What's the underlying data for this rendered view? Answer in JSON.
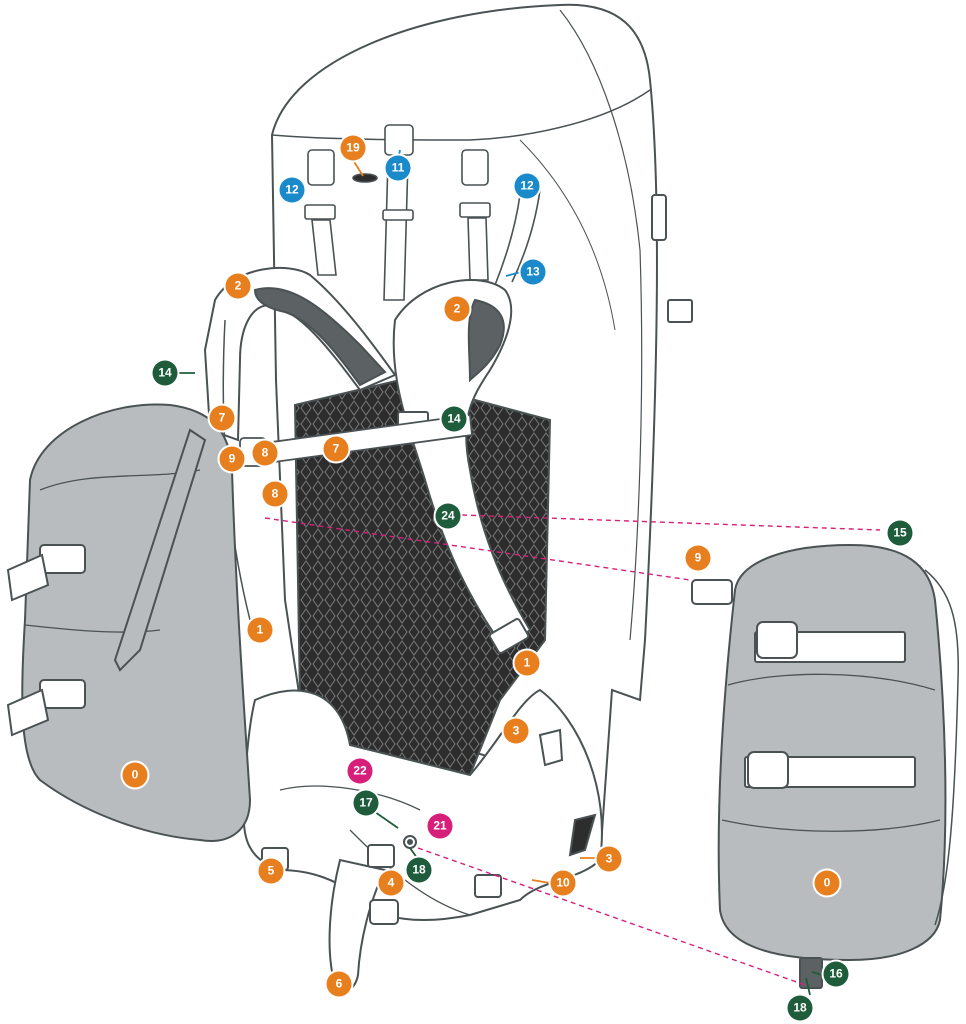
{
  "colors": {
    "orange": "#e87f1e",
    "blue": "#1b8acb",
    "green": "#1e5c3c",
    "magenta": "#d61f7b",
    "outline": "#4a5254",
    "pocket_fill": "#b9bcbf",
    "mesh": "#2d2d2d",
    "strap_shadow": "#5c6163",
    "dash": "#d61f7b"
  },
  "diagram": {
    "subject": "backpack-exploded-view",
    "callouts": [
      {
        "id": "c-19",
        "label": "19",
        "color": "orange"
      },
      {
        "id": "c-11",
        "label": "11",
        "color": "blue"
      },
      {
        "id": "c-12a",
        "label": "12",
        "color": "blue"
      },
      {
        "id": "c-12b",
        "label": "12",
        "color": "blue"
      },
      {
        "id": "c-13",
        "label": "13",
        "color": "blue"
      },
      {
        "id": "c-2a",
        "label": "2",
        "color": "orange"
      },
      {
        "id": "c-2b",
        "label": "2",
        "color": "orange"
      },
      {
        "id": "c-14a",
        "label": "14",
        "color": "green"
      },
      {
        "id": "c-14b",
        "label": "14",
        "color": "green"
      },
      {
        "id": "c-7a",
        "label": "7",
        "color": "orange"
      },
      {
        "id": "c-7b",
        "label": "7",
        "color": "orange"
      },
      {
        "id": "c-9a",
        "label": "9",
        "color": "orange"
      },
      {
        "id": "c-8a",
        "label": "8",
        "color": "orange"
      },
      {
        "id": "c-8b",
        "label": "8",
        "color": "orange"
      },
      {
        "id": "c-24",
        "label": "24",
        "color": "green"
      },
      {
        "id": "c-15",
        "label": "15",
        "color": "green"
      },
      {
        "id": "c-9b",
        "label": "9",
        "color": "orange"
      },
      {
        "id": "c-1a",
        "label": "1",
        "color": "orange"
      },
      {
        "id": "c-1b",
        "label": "1",
        "color": "orange"
      },
      {
        "id": "c-3a",
        "label": "3",
        "color": "orange"
      },
      {
        "id": "c-0a",
        "label": "0",
        "color": "orange"
      },
      {
        "id": "c-0b",
        "label": "0",
        "color": "orange"
      },
      {
        "id": "c-22",
        "label": "22",
        "color": "magenta"
      },
      {
        "id": "c-17",
        "label": "17",
        "color": "green"
      },
      {
        "id": "c-21",
        "label": "21",
        "color": "magenta"
      },
      {
        "id": "c-18a",
        "label": "18",
        "color": "green"
      },
      {
        "id": "c-5",
        "label": "5",
        "color": "orange"
      },
      {
        "id": "c-4",
        "label": "4",
        "color": "orange"
      },
      {
        "id": "c-3b",
        "label": "3",
        "color": "orange"
      },
      {
        "id": "c-10",
        "label": "10",
        "color": "orange"
      },
      {
        "id": "c-6",
        "label": "6",
        "color": "orange"
      },
      {
        "id": "c-16",
        "label": "16",
        "color": "green"
      },
      {
        "id": "c-18b",
        "label": "18",
        "color": "green"
      }
    ]
  }
}
